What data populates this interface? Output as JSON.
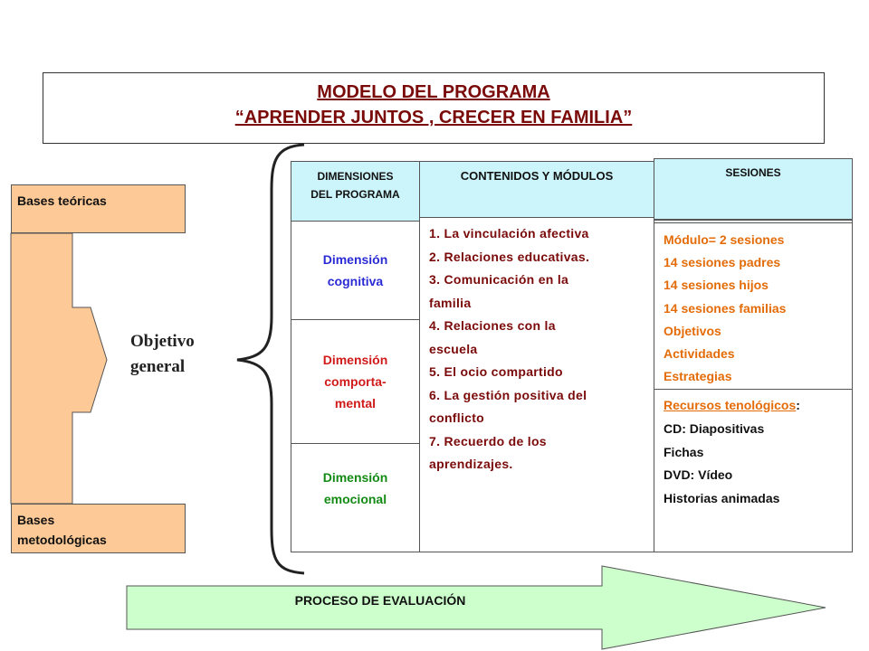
{
  "title": {
    "line1": "MODELO DEL PROGRAMA",
    "line2": "“APRENDER JUNTOS , CRECER EN FAMILIA”"
  },
  "bases": {
    "teoricas": "Bases teóricas",
    "metodologicas_line1": "Bases",
    "metodologicas_line2": "metodológicas"
  },
  "objetivo": {
    "line1": "Objetivo",
    "line2": "general"
  },
  "headers": {
    "dimensiones_line1": "DIMENSIONES",
    "dimensiones_line2": "DEL PROGRAMA",
    "contenidos": "CONTENIDOS Y MÓDULOS",
    "sesiones": "SESIONES"
  },
  "dimensiones": [
    {
      "line1": "Dimensión",
      "line2": "cognitiva",
      "line3": ""
    },
    {
      "line1": "Dimensión",
      "line2": "comporta-",
      "line3": "mental"
    },
    {
      "line1": "Dimensión",
      "line2": "emocional",
      "line3": ""
    }
  ],
  "contenidos": [
    "1. La vinculación afectiva",
    "2. Relaciones educativas.",
    "3. Comunicación en la",
    "familia",
    "4. Relaciones con la",
    "escuela",
    "5. El ocio compartido",
    "6. La gestión positiva del",
    "conflicto",
    "7. Recuerdo de los",
    "aprendizajes."
  ],
  "sesiones": [
    "Módulo= 2 sesiones",
    "14 sesiones padres",
    "14 sesiones hijos",
    "14 sesiones familias",
    "Objetivos",
    "Actividades",
    "Estrategias"
  ],
  "recursos": {
    "title": "Recursos tenológicos",
    "colon": ":",
    "items": [
      "CD: Diapositivas",
      "Fichas",
      "DVD: Vídeo",
      "Historias animadas"
    ]
  },
  "proceso": "PROCESO DE EVALUACIÓN",
  "colors": {
    "peach": "#fcc997",
    "cyan": "#ccf5fb",
    "green_arrow": "#ccffcc",
    "title": "#7a0a0a",
    "cognitiva": "#2b2bd6",
    "comportamental": "#d11a1a",
    "emocional": "#138a13",
    "orange": "#e36c09"
  }
}
